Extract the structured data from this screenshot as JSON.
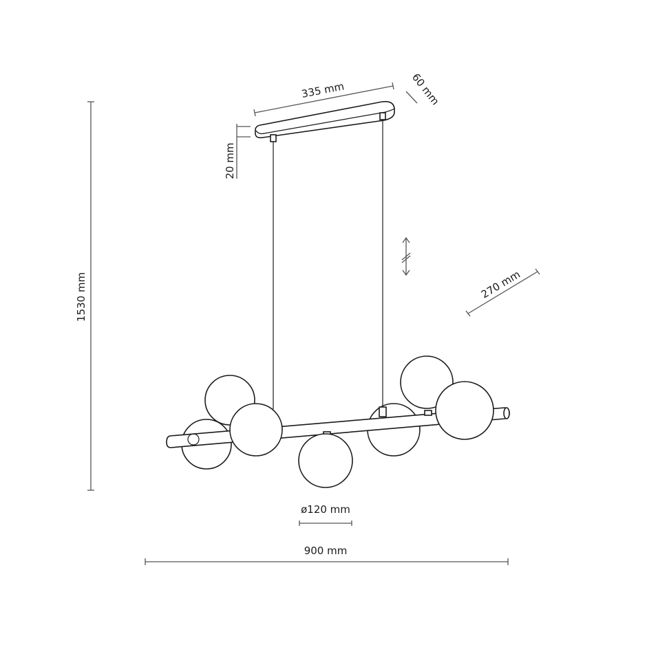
{
  "drawing": {
    "subject": "pendant lamp with 7 glass globes on horizontal bar",
    "background": "#ffffff",
    "line_color": "#1a1a1a"
  },
  "dimensions": {
    "canopy_length": "335 mm",
    "canopy_width": "60 mm",
    "canopy_height": "20 mm",
    "total_height": "1530 mm",
    "depth": "270 mm",
    "globe_diameter": "ø120 mm",
    "total_width": "900 mm"
  },
  "annotations": {
    "adjustable_cable_symbol": "adjustable-height-arrow"
  }
}
